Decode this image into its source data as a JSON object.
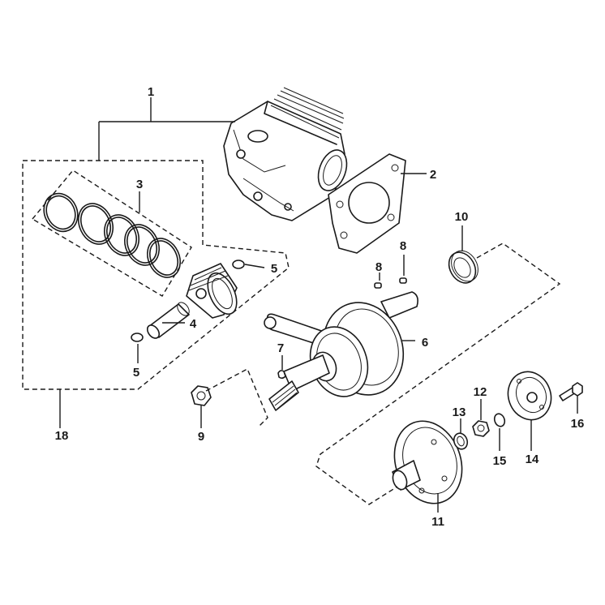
{
  "diagram": {
    "callouts": [
      {
        "id": "1",
        "part": "cylinder"
      },
      {
        "id": "2",
        "part": "cylinder-base-gasket"
      },
      {
        "id": "3",
        "part": "piston-ring-set"
      },
      {
        "id": "4",
        "part": "piston-pin"
      },
      {
        "id": "5a",
        "text": "5",
        "part": "piston-pin-clip-upper"
      },
      {
        "id": "5b",
        "text": "5",
        "part": "piston-pin-clip-lower"
      },
      {
        "id": "6",
        "part": "crankshaft-assembly"
      },
      {
        "id": "7",
        "part": "woodruff-key"
      },
      {
        "id": "8a",
        "text": "8",
        "part": "dowel-pin-left"
      },
      {
        "id": "8b",
        "text": "8",
        "part": "dowel-pin-right"
      },
      {
        "id": "9",
        "part": "flange-nut"
      },
      {
        "id": "10",
        "part": "oil-seal"
      },
      {
        "id": "11",
        "part": "oil-pump-body"
      },
      {
        "id": "12",
        "part": "nut"
      },
      {
        "id": "13",
        "part": "washer"
      },
      {
        "id": "14",
        "part": "oil-pump-cover"
      },
      {
        "id": "15",
        "part": "o-ring"
      },
      {
        "id": "16",
        "part": "bolt"
      },
      {
        "id": "18",
        "part": "piston-kit"
      }
    ],
    "colors": {
      "ink": "#1a1a1a",
      "background": "#ffffff"
    }
  }
}
